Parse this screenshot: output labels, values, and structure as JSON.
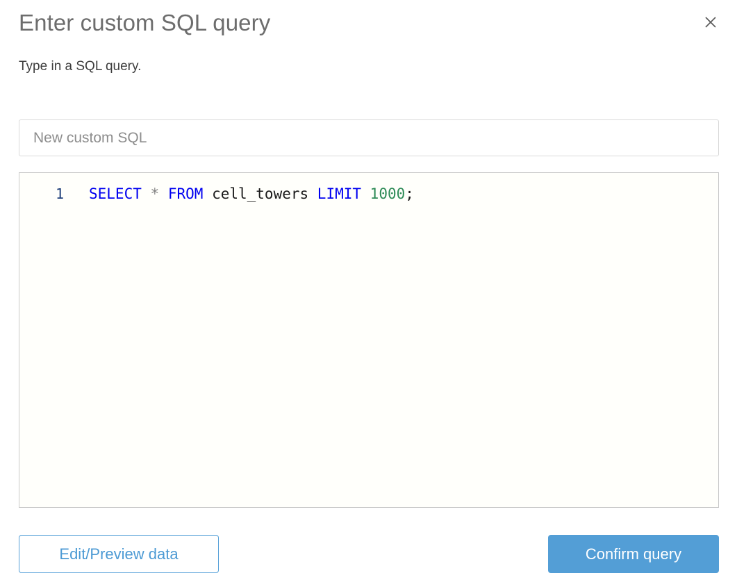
{
  "dialog": {
    "title": "Enter custom SQL query",
    "subtitle": "Type in a SQL query.",
    "close_icon": "close-icon"
  },
  "name_field": {
    "value": "",
    "placeholder": "New custom SQL"
  },
  "editor": {
    "line_number": "1",
    "language": "sql",
    "full_text": "SELECT * FROM cell_towers LIMIT 1000;",
    "tokens": [
      {
        "text": "SELECT",
        "type": "keyword"
      },
      {
        "text": " ",
        "type": "space"
      },
      {
        "text": "*",
        "type": "operator"
      },
      {
        "text": " ",
        "type": "space"
      },
      {
        "text": "FROM",
        "type": "keyword"
      },
      {
        "text": " ",
        "type": "space"
      },
      {
        "text": "cell_towers",
        "type": "ident"
      },
      {
        "text": " ",
        "type": "space"
      },
      {
        "text": "LIMIT",
        "type": "keyword"
      },
      {
        "text": " ",
        "type": "space"
      },
      {
        "text": "1000",
        "type": "number"
      },
      {
        "text": ";",
        "type": "punct"
      }
    ]
  },
  "footer": {
    "secondary_label": "Edit/Preview data",
    "primary_label": "Confirm query"
  },
  "colors": {
    "accent": "#539ed6",
    "accent_border": "#55a0d8",
    "title_text": "#6d6d6d",
    "body_text": "#3d3d3d",
    "keyword": "#0000f0",
    "number": "#2e8b57",
    "operator": "#808080",
    "identifier": "#1a1a1a",
    "line_number": "#1f3f7a",
    "editor_bg": "#fffffb",
    "editor_border": "#c9c9c9",
    "input_border": "#d9d9d9"
  }
}
